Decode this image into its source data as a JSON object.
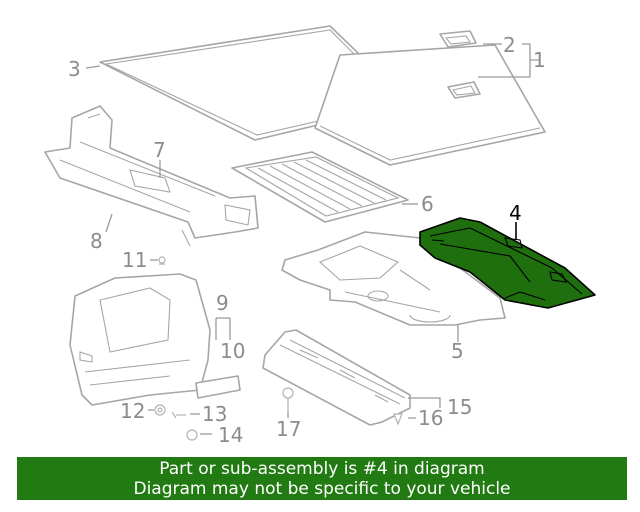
{
  "callouts": {
    "c1": "1",
    "c2": "2",
    "c3": "3",
    "c4": "4",
    "c5": "5",
    "c6": "6",
    "c7": "7",
    "c8": "8",
    "c9": "9",
    "c10": "10",
    "c11": "11",
    "c12": "12",
    "c13": "13",
    "c14": "14",
    "c15": "15",
    "c16": "16",
    "c17": "17"
  },
  "highlighted_part": "4",
  "colors": {
    "highlight_fill": "#1f6f0f",
    "banner_background": "#217a12",
    "banner_text": "#ffffff",
    "outline": "#a6a6a6"
  },
  "banner": {
    "line1": "Part or sub-assembly is #4 in diagram",
    "line2": "Diagram may not be specific to your vehicle"
  }
}
